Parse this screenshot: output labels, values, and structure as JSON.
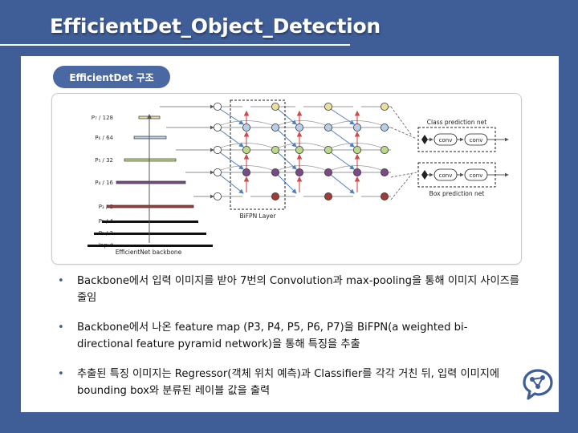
{
  "slide": {
    "title": "EfficientDet_Object_Detection",
    "section_label": "EfficientDet 구조"
  },
  "diagram": {
    "backbone_levels": [
      "P₇ / 128",
      "P₆ / 64",
      "P₅ / 32",
      "P₄ / 16",
      "P₃ / 8",
      "P₂ / 4",
      "P₁ / 2",
      "Input"
    ],
    "backbone_caption": "EfficientNet backbone",
    "bifpn_caption": "BiFPN Layer",
    "class_net_caption": "Class prediction net",
    "box_net_caption": "Box prediction net",
    "conv_label": "conv",
    "colors": {
      "p7": "#e9df9c",
      "p6": "#b7cde8",
      "p5": "#bcd88a",
      "p4": "#7a4a86",
      "p3": "#a23a35",
      "edge_red": "#d04a4a",
      "edge_blue": "#4e7fc2"
    }
  },
  "bullets": [
    "Backbone에서 입력 이미지를 받아 7번의 Convolution과 max-pooling을 통해 이미지 사이즈를 줄임",
    "Backbone에서 나온 feature map (P3, P4, P5, P6, P7)을 BiFPN(a weighted bi-directional feature pyramid network)을 통해 특징을 추출",
    "추출된 특징 이미지는 Regressor(객체 위치 예측)과 Classifier를 각각 거친 뒤, 입력 이미지에 bounding box와 분류된 레이블 값을 출력"
  ],
  "logo": "brain-network-icon"
}
